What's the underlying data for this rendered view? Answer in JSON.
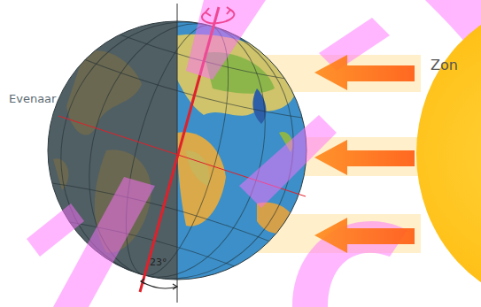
{
  "diagram": {
    "nodes": [
      {
        "text": [
          "Zon"
        ]
      }
    ],
    "labels": [
      "Evenaar",
      "23°"
    ]
  }
}
